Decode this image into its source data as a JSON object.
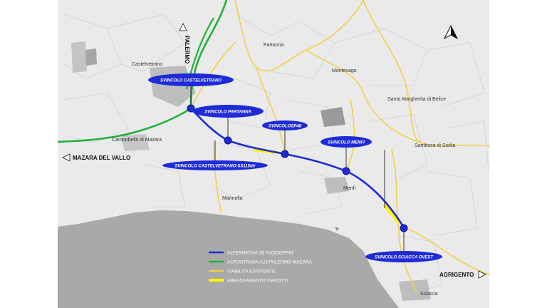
{
  "map": {
    "towns": [
      {
        "id": "partanna",
        "name": "Partanna"
      },
      {
        "id": "castelvetrano",
        "name": "Castelvetrano"
      },
      {
        "id": "montevago",
        "name": "Montevago"
      },
      {
        "id": "santa-margherita",
        "name": "Santa Margherita di Belice"
      },
      {
        "id": "campobello",
        "name": "Campobello di Mazara"
      },
      {
        "id": "sambuca",
        "name": "Sambuca di Sicilia"
      },
      {
        "id": "menfi",
        "name": "Menfi"
      },
      {
        "id": "marinella",
        "name": "Marinella"
      },
      {
        "id": "sciacca",
        "name": "Sciacca"
      }
    ],
    "junctions": [
      {
        "id": "castelvetrano",
        "label": "SVINCOLO CASTELVETRANO"
      },
      {
        "id": "partanna",
        "label": "SVINCOLO PARTANNA"
      },
      {
        "id": "sp48",
        "label": "SVINCOLOSP48"
      },
      {
        "id": "menfi",
        "label": "SVINCOLO MENFI"
      },
      {
        "id": "castelvetrano-ss115",
        "label": "SVINCOLO CASTELVETRANO-SS115dir"
      },
      {
        "id": "sciacca-ovest",
        "label": "SVINCOLO SCIACCA OVEST"
      }
    ],
    "directions": {
      "palermo": "PALERMO",
      "mazara": "MAZARA DEL VALLO",
      "agrigento": "AGRIGENTO"
    },
    "north_label": "N",
    "legend": {
      "items": [
        {
          "label": "ALTERNATIVA 2B RADDOPPIO",
          "color": "#1f2bd8"
        },
        {
          "label": "AUTOSTRADA A29 PALERMO MAZARA",
          "color": "#22b13a"
        },
        {
          "label": "VIABILITA ESISTENTE",
          "color": "#f2d04a"
        },
        {
          "label": "ABBASSAMENTO VIADOTTI",
          "color": "#fff200"
        }
      ]
    },
    "colors": {
      "land": "#eaeaea",
      "sea": "#a9a9a9",
      "route": "#1f2bd8",
      "motorway": "#22b13a",
      "roads": "#f2d04a",
      "viaduct": "#fff200",
      "pill": "#1f2bd8"
    }
  }
}
